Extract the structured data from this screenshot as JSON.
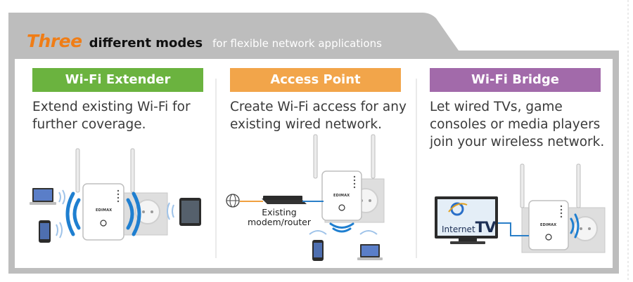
{
  "header": {
    "word_orange": "Three",
    "word_bold": "different modes",
    "rest": "for flexible network applications"
  },
  "modes": [
    {
      "label": "Wi-Fi Extender",
      "color": "#6bb33f",
      "description_lines": [
        "Extend existing Wi-Fi for",
        "further coverage."
      ]
    },
    {
      "label": "Access Point",
      "color": "#f2a54a",
      "description_lines": [
        "Create Wi-Fi access for any",
        "existing wired network."
      ],
      "device_caption_lines": [
        "Existing",
        "modem/router"
      ]
    },
    {
      "label": "Wi-Fi Bridge",
      "color": "#a26aaa",
      "description_lines": [
        "Let wired TVs, game",
        "consoles or media players",
        "join your wireless network."
      ],
      "tv_label": {
        "internet": "Internet",
        "tv": "TV"
      }
    }
  ],
  "device_brand": "EDIMAX",
  "colors": {
    "accent_orange": "#f07d16",
    "panel_gray": "#bdbdbd",
    "wifi_blue": "#1f7fd0",
    "cable_blue": "#2a7fc8",
    "cable_orange": "#f0a040"
  }
}
